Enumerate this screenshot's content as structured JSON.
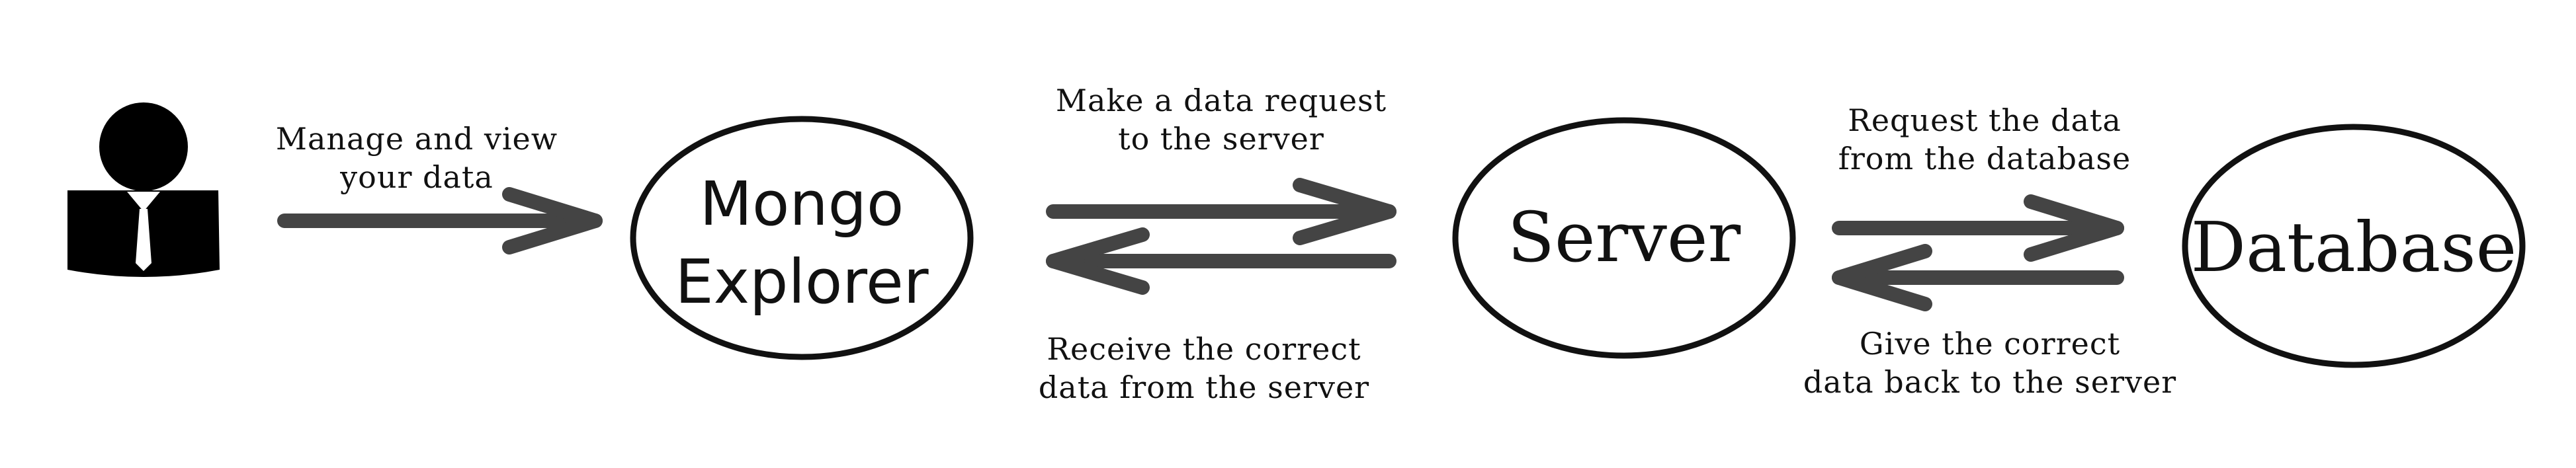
{
  "actor": {
    "icon": "user-businessman-icon"
  },
  "nodes": {
    "explorer": {
      "line1": "Mongo",
      "line2": "Explorer"
    },
    "server": {
      "label": "Server"
    },
    "database": {
      "label": "Database"
    }
  },
  "edges": {
    "user_to_explorer": {
      "line1": "Manage and view",
      "line2": "your data"
    },
    "explorer_to_server": {
      "line1": "Make a data request",
      "line2": "to the server"
    },
    "server_to_explorer": {
      "line1": "Receive the correct",
      "line2": "data from the server"
    },
    "server_to_database": {
      "line1": "Request the data",
      "line2": "from the database"
    },
    "database_to_server": {
      "line1": "Give the correct",
      "line2": "data back to the server"
    }
  },
  "colors": {
    "arrow": "#444444",
    "ink": "#111111",
    "background": "#ffffff"
  }
}
